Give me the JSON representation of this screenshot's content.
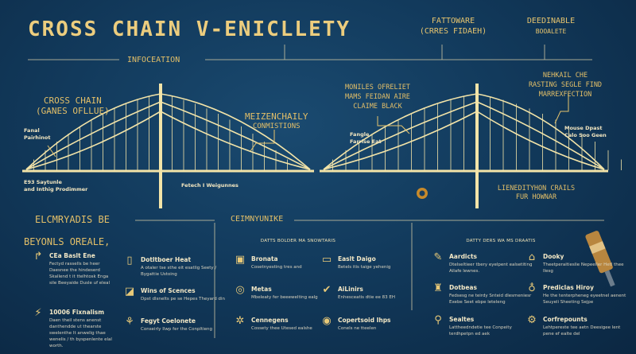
{
  "title": "CROSS CHAIN V-ENICLLETY",
  "header_right": [
    {
      "line1": "FATTOWARE",
      "line2": "(CRRES FIDAEH)"
    },
    {
      "line1": "DEEDINABLE",
      "line2": "BOOALETE"
    }
  ],
  "divider_label": "INFOCEATION",
  "bridge_labels": {
    "cross_chain": "CROSS CHAIN",
    "cross_chain_sub": "(GANES OFLLUE)",
    "fanal": "Fanal",
    "fanal_sub": "Pairhinot",
    "e93": "E93 Saytunle",
    "e93_sub": "and Inthig Prodimmer",
    "fetech": "Fetech I Weigunnes",
    "meiz": "MEIZENCHAILY",
    "meiz_sub": "CONMISTIONS",
    "moniles1": "MONILES OFRELIET",
    "moniles2": "MAMS FEIDAN AIRE",
    "moniles3": "CLAIME BLACK",
    "fangle": "Fangle",
    "fangle_sub": "Farrise Eat",
    "nehk1": "NEHKAIL CHE",
    "nehk2": "RASTING SEGLE FIND",
    "nehk3": "MARREXFECTION",
    "mouse": "Mouse Dpast",
    "mouse_sub": "Calo Soo Geen",
    "lien1": "LIENEDITYHON CRAILS",
    "lien2": "FUR HOWNAR"
  },
  "sections": {
    "left_title": "ELCMRYADIS BE",
    "left_subtitle": "BEYONLS OREALE,",
    "mid_title": "CEIMNYUNIKE",
    "mid_subtitle": "DATTS BOLDER MA SNOWTARIS",
    "right_subtitle": "DATTY DERS WA MS DRAATIS"
  },
  "items": [
    {
      "icon": "↱",
      "title": "CEa Baslt Ene",
      "desc": "Fectyd rassells be heer Daesnee the hindeserd Skallend t it ttelhtosk Enga sile Beeyaide Dusle uf eleal"
    },
    {
      "icon": "⚡",
      "title": "10006 Fixnalism",
      "desc": "Daen theil stens anenst danthendde ut thearste swelenthe lt anwelig thae wenelis / th byspenlente elal worth."
    },
    {
      "icon": "▯",
      "title": "Dotltboer Heat",
      "desc": "A otaler tse sthe eit esatlig Seety / Bygattie Ustoing"
    },
    {
      "icon": "◪",
      "title": "Wins of Scences",
      "desc": "Dpst dlsnelts pe se Hepes Theyard din"
    },
    {
      "icon": "⚘",
      "title": "Fegyt Coelonete",
      "desc": "Conseirly Ilwp fer the Conpltieng"
    },
    {
      "icon": "▣",
      "title": "Bronata",
      "desc": "Cosetnyesting tres and"
    },
    {
      "icon": "◎",
      "title": "Metas",
      "desc": "Mbeleaty fer beeewelting ealg"
    },
    {
      "icon": "✲",
      "title": "Cennegens",
      "desc": "Cossety thee Utesed ealshe"
    },
    {
      "icon": "▭",
      "title": "Easlt Daigo",
      "desc": "Betels itis taige yehenig"
    },
    {
      "icon": "✔",
      "title": "AiLinirs",
      "desc": "Enhesceatis dtie ee 83 EH"
    },
    {
      "icon": "◉",
      "title": "Copertsoid Ihps",
      "desc": "Conels ne tteelen"
    },
    {
      "icon": "✎",
      "title": "Aardicts",
      "desc": "Dtelseltieer tbery eyelpent ealsetiting Ailafe lewnes."
    },
    {
      "icon": "♜",
      "title": "Dotbeas",
      "desc": "Fedsesg ne teirdy Snteid dlesmeniesr Exebe Seet ebpe leteleng"
    },
    {
      "icon": "⚲",
      "title": "Sealtes",
      "desc": "Lattheedndetie tee Conpeity terdhpetpn ed aek"
    },
    {
      "icon": "⌂",
      "title": "Dooky",
      "desc": "Theetperaitieslie Nepeeller Hetl thee Ilesg"
    },
    {
      "icon": "♁",
      "title": "Prediclas Hiroy",
      "desc": "He the tenterpheneg eyeetnel aenent Seuyeli Sheeting Sejpe"
    },
    {
      "icon": "⚙",
      "title": "Corfrepounts",
      "desc": "Lehtpereste tee aetn Deesigee lent pene ef ealte del"
    }
  ],
  "colors": {
    "background": "#123a5c",
    "gold": "#e6c46e",
    "line": "#f1e4b8"
  }
}
